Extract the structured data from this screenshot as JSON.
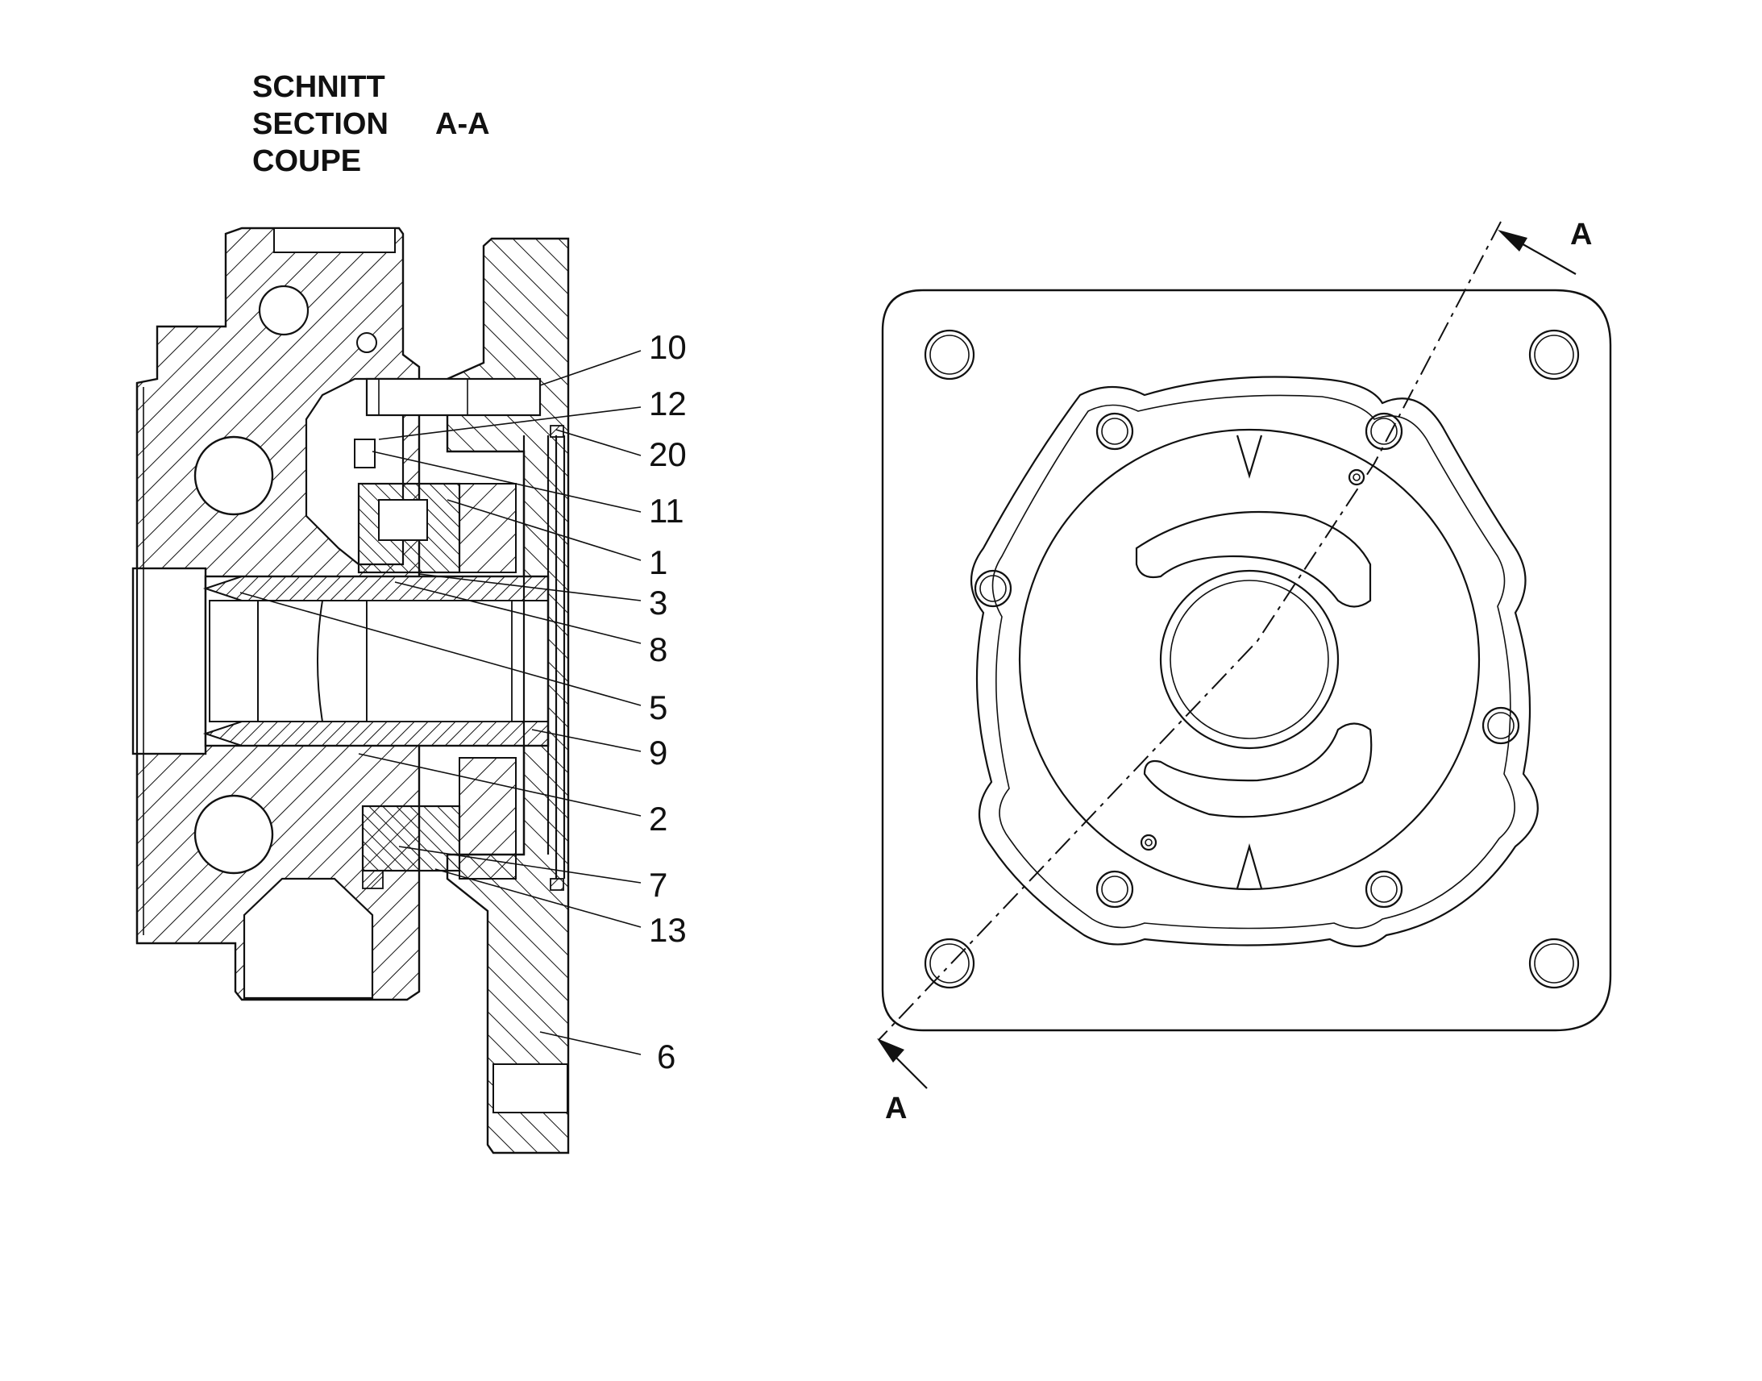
{
  "title": {
    "line1": "SCHNITT",
    "line2": "SECTION",
    "line2_suffix": "A-A",
    "line3": "COUPE"
  },
  "section_markers": {
    "top": "A",
    "bottom": "A"
  },
  "callouts": [
    "10",
    "12",
    "20",
    "11",
    "1",
    "3",
    "8",
    "5",
    "9",
    "2",
    "7",
    "13",
    "6"
  ]
}
